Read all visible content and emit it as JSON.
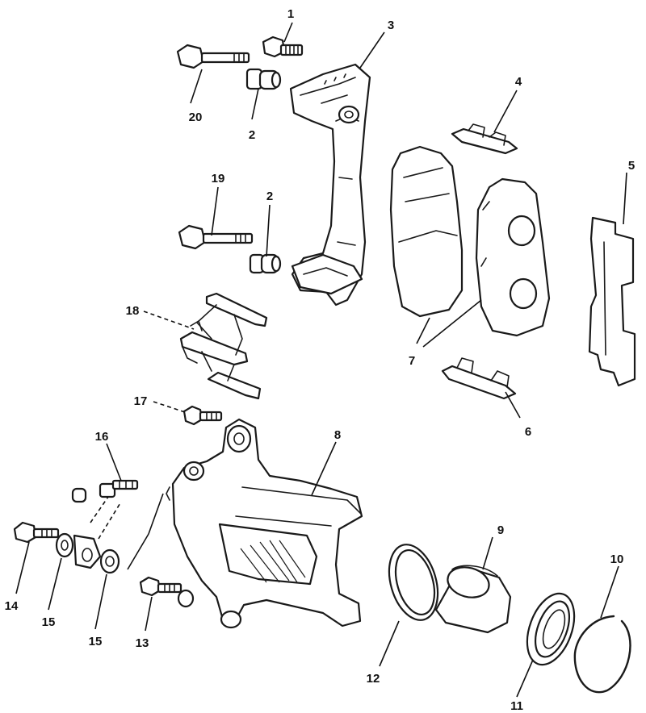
{
  "diagram": {
    "callouts": [
      {
        "id": "c1",
        "text": "1"
      },
      {
        "id": "c2a",
        "text": "2"
      },
      {
        "id": "c2b",
        "text": "2"
      },
      {
        "id": "c3",
        "text": "3"
      },
      {
        "id": "c4",
        "text": "4"
      },
      {
        "id": "c5",
        "text": "5"
      },
      {
        "id": "c6",
        "text": "6"
      },
      {
        "id": "c7",
        "text": "7"
      },
      {
        "id": "c8",
        "text": "8"
      },
      {
        "id": "c9",
        "text": "9"
      },
      {
        "id": "c10",
        "text": "10"
      },
      {
        "id": "c11",
        "text": "11"
      },
      {
        "id": "c12",
        "text": "12"
      },
      {
        "id": "c13",
        "text": "13"
      },
      {
        "id": "c14",
        "text": "14"
      },
      {
        "id": "c15a",
        "text": "15"
      },
      {
        "id": "c15b",
        "text": "15"
      },
      {
        "id": "c16",
        "text": "16"
      },
      {
        "id": "c17",
        "text": "17"
      },
      {
        "id": "c18",
        "text": "18"
      },
      {
        "id": "c19",
        "text": "19"
      },
      {
        "id": "c20",
        "text": "20"
      }
    ]
  },
  "colors": {
    "ink": "#1a1a1a",
    "paper": "#ffffff"
  }
}
